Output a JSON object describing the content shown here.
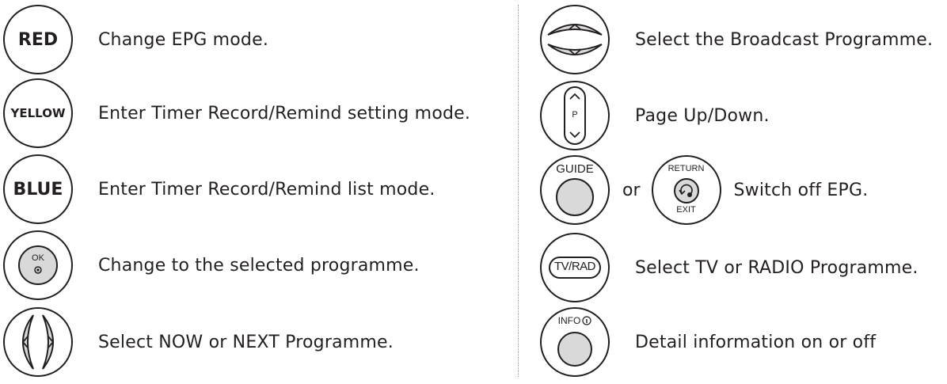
{
  "left": {
    "items": [
      {
        "button_label": "RED",
        "description": "Change EPG mode."
      },
      {
        "button_label": "YELLOW",
        "description": "Enter Timer Record/Remind setting mode."
      },
      {
        "button_label": "BLUE",
        "description": "Enter Timer Record/Remind list mode."
      },
      {
        "button_label": "OK",
        "description": "Change to the selected programme."
      },
      {
        "description": "Select NOW or NEXT Programme."
      }
    ]
  },
  "right": {
    "items": [
      {
        "description": "Select the Broadcast Programme."
      },
      {
        "button_label": "P",
        "description": "Page Up/Down."
      },
      {
        "button_label": "GUIDE",
        "or_text": "or",
        "return_label": "RETURN",
        "exit_label": "EXIT",
        "description": "Switch off EPG."
      },
      {
        "button_label": "TV/RAD",
        "description": "Select TV or RADIO Programme."
      },
      {
        "button_label": "INFO",
        "description": "Detail information on or off"
      }
    ]
  },
  "icons": [
    "red-button-icon",
    "yellow-button-icon",
    "blue-button-icon",
    "ok-button-icon",
    "left-right-arrows-icon",
    "up-down-arrows-icon",
    "page-up-down-icon",
    "guide-button-icon",
    "return-exit-button-icon",
    "tv-rad-button-icon",
    "info-button-icon"
  ]
}
